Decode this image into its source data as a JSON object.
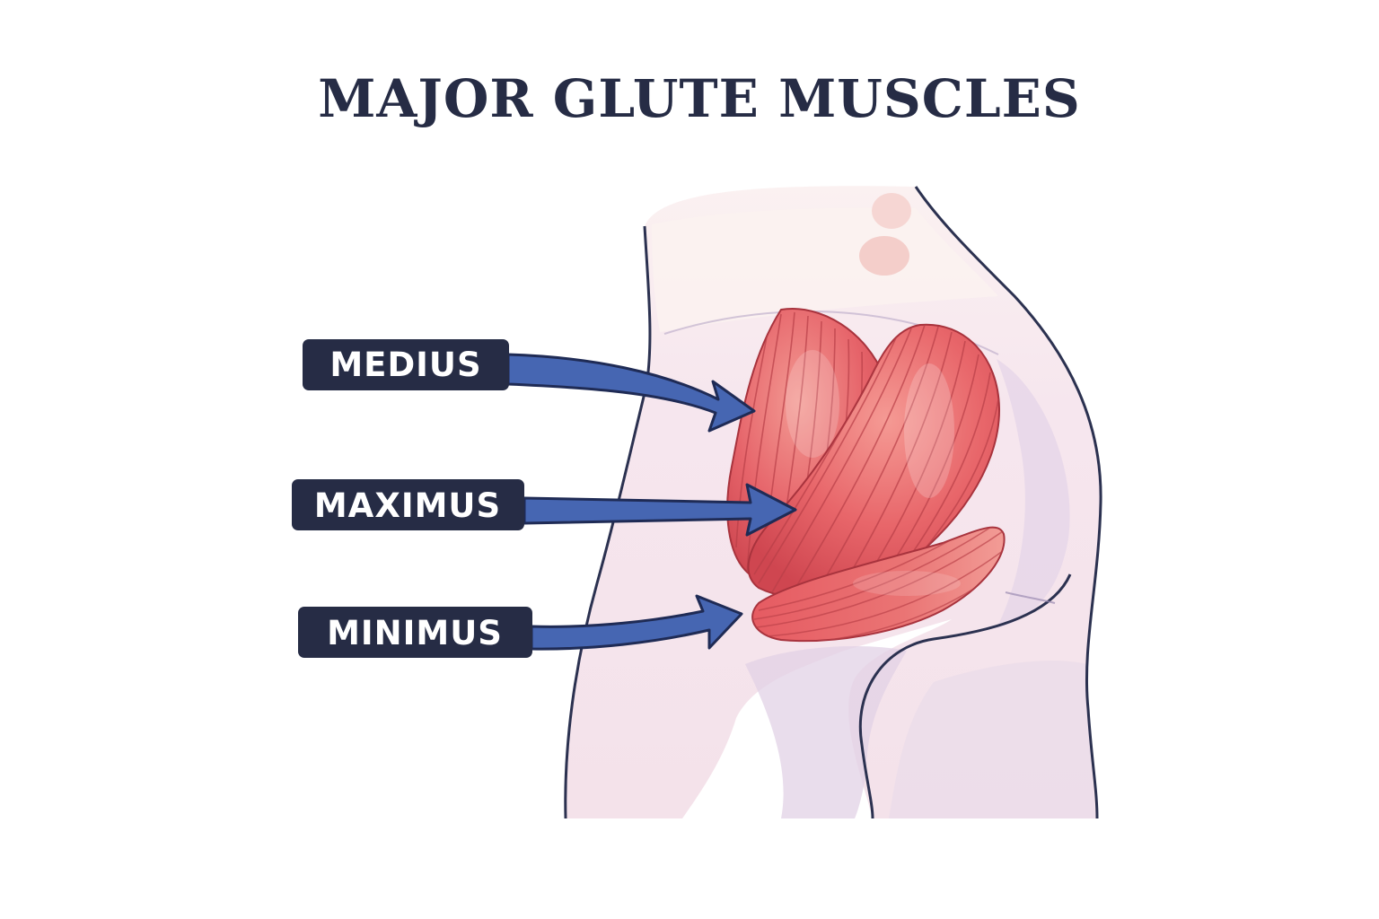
{
  "title": "MAJOR GLUTE MUSCLES",
  "labels": [
    {
      "id": "medius",
      "text": "MEDIUS"
    },
    {
      "id": "maximus",
      "text": "MAXIMUS"
    },
    {
      "id": "minimus",
      "text": "MINIMUS"
    }
  ],
  "colors": {
    "title": "#262c45",
    "label_box": "#262c45",
    "label_text": "#ffffff",
    "arrow_fill": "#4666b2",
    "arrow_stroke": "#1f2b55",
    "skin": "#f4e2ea",
    "skin_shadow": "#e2d3e6",
    "muscle": "#e8666a",
    "muscle_dark": "#c9444d",
    "muscle_light": "#f39a93",
    "outline": "#2b3150"
  }
}
